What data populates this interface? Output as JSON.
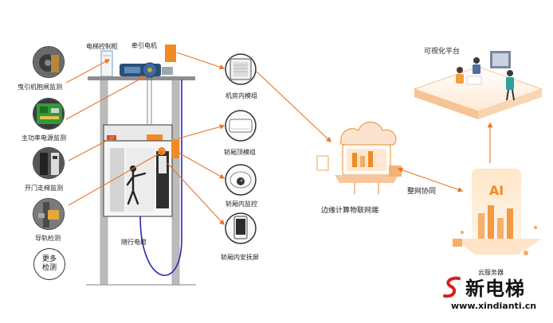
{
  "labels": {
    "control_cabinet": "电梯控制柜",
    "traction_motor": "牵引电机",
    "machine_room_module": "机房内模组",
    "car_top_module": "轿厢顶模组",
    "car_monitor": "轿厢内监控",
    "car_screen": "轿厢内安抚屏",
    "traveling_cable": "随行电缆",
    "edge_iot_gateway": "边缘计算物联网端",
    "network_collab": "整网协同",
    "visual_platform": "可视化平台",
    "cloud_server": "云服务器",
    "ai_badge": "AI"
  },
  "left_items": [
    {
      "label": "曳引机抱闸监测",
      "icon": "brake-photo"
    },
    {
      "label": "主功率电源监测",
      "icon": "power-board-photo"
    },
    {
      "label": "开门走梯监测",
      "icon": "door-sensor-photo"
    },
    {
      "label": "导轨检测",
      "icon": "guide-rail-photo"
    }
  ],
  "more": {
    "line1": "更多",
    "line2": "检测"
  },
  "watermark": {
    "brand": "新电梯",
    "url": "www.xindianti.cn"
  },
  "colors": {
    "connector": "#e8742a",
    "accent": "#f08a24",
    "cable": "#2a2ab0",
    "shaft": "#9a9a9a"
  }
}
